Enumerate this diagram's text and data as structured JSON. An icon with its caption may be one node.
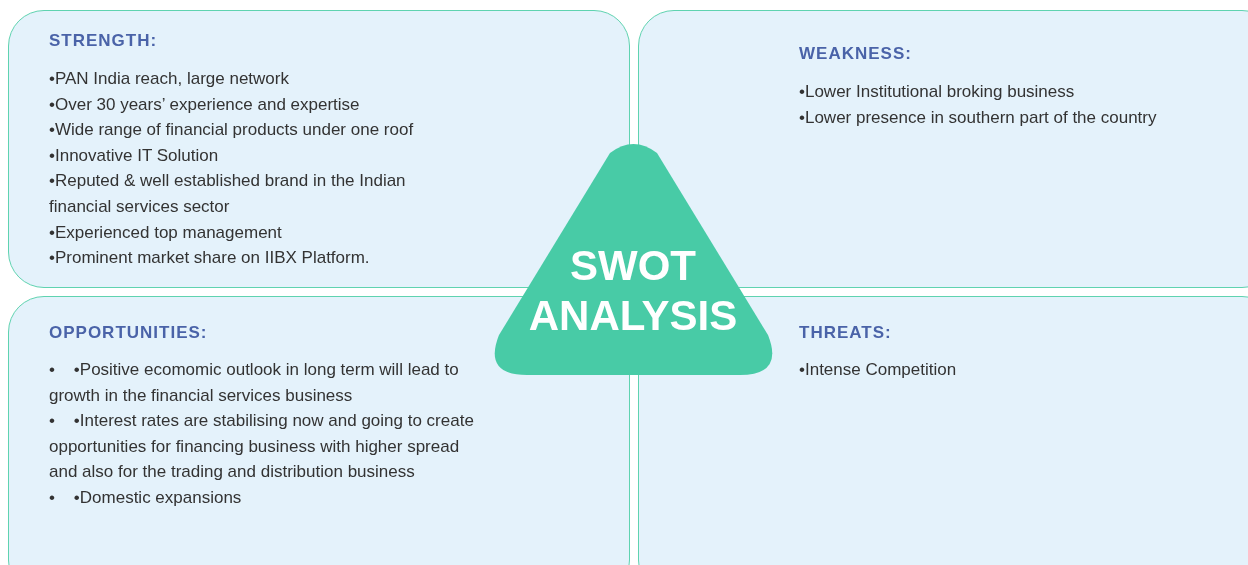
{
  "diagram": {
    "nodes": [
      {
        "text": [
          "STRENGTH:",
          "•PAN India reach, large network",
          "•Over 30 years’ experience and expertise",
          "•Wide range of financial products under one roof",
          "•Innovative IT Solution",
          "•Reputed & well established brand in the Indian financial services sector",
          "•Experienced top management",
          "•Prominent market share on IIBX Platform."
        ]
      },
      {
        "text": [
          "WEAKNESS:",
          "•Lower Institutional broking business",
          "•Lower presence in southern part of the country"
        ]
      },
      {
        "text": [
          "SWOT ANALYSIS"
        ]
      },
      {
        "text": [
          "OPPORTUNITIES:",
          "•    •Positive ecomomic outlook in long term will lead to growth in the financial services business",
          "•    •Interest rates are stabilising now and going to create opportunities for financing business with higher spread and also for the trading and distribution business",
          "•    •Domestic expansions"
        ]
      },
      {
        "text": [
          "THREATS:",
          "•Intense Competition"
        ]
      }
    ],
    "edges": []
  }
}
